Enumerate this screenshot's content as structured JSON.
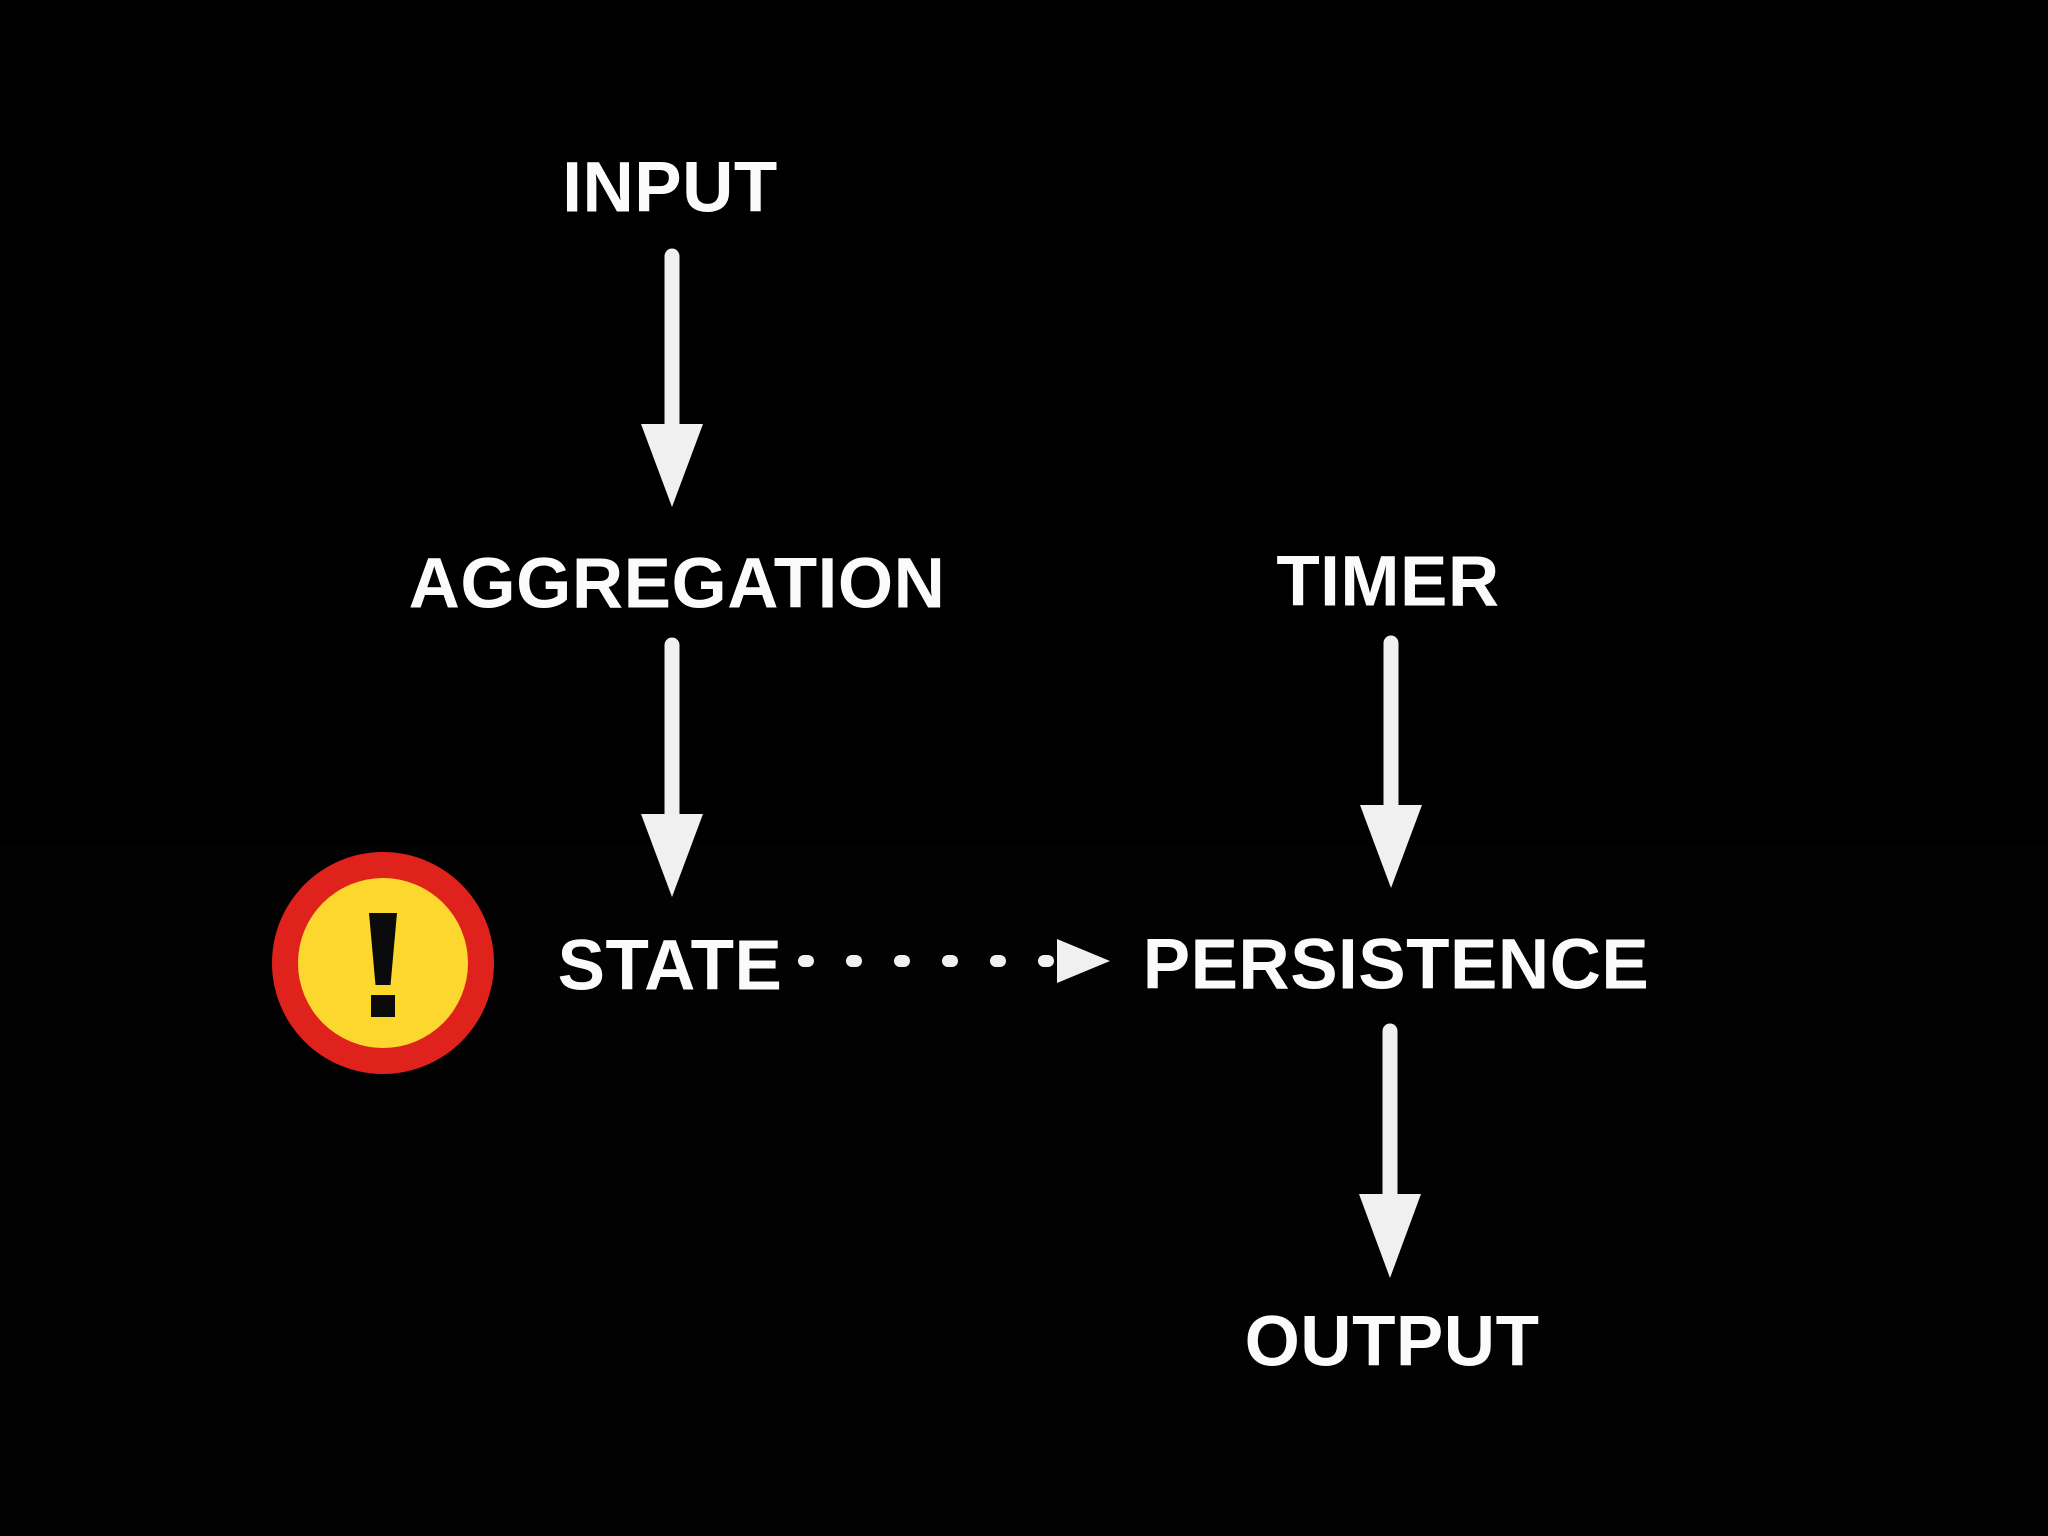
{
  "diagram": {
    "nodes": {
      "input": {
        "label": "INPUT"
      },
      "aggregation": {
        "label": "AGGREGATION"
      },
      "timer": {
        "label": "TIMER"
      },
      "state": {
        "label": "STATE"
      },
      "persistence": {
        "label": "PERSISTENCE"
      },
      "output": {
        "label": "OUTPUT"
      }
    },
    "edges": [
      {
        "from": "INPUT",
        "to": "AGGREGATION",
        "style": "solid",
        "direction": "down"
      },
      {
        "from": "AGGREGATION",
        "to": "STATE",
        "style": "solid",
        "direction": "down"
      },
      {
        "from": "TIMER",
        "to": "PERSISTENCE",
        "style": "solid",
        "direction": "down"
      },
      {
        "from": "STATE",
        "to": "PERSISTENCE",
        "style": "dashed",
        "direction": "right"
      },
      {
        "from": "PERSISTENCE",
        "to": "OUTPUT",
        "style": "solid",
        "direction": "down"
      }
    ],
    "warning": {
      "icon": "exclamation-icon",
      "attached_to": "STATE",
      "glyph": "!"
    },
    "colors": {
      "background": "#000000",
      "text": "#fbfbfb",
      "arrow": "#f0f0f0",
      "warning_ring": "#df231c",
      "warning_fill": "#fcd72e",
      "warning_glyph": "#0b0b0b"
    }
  }
}
